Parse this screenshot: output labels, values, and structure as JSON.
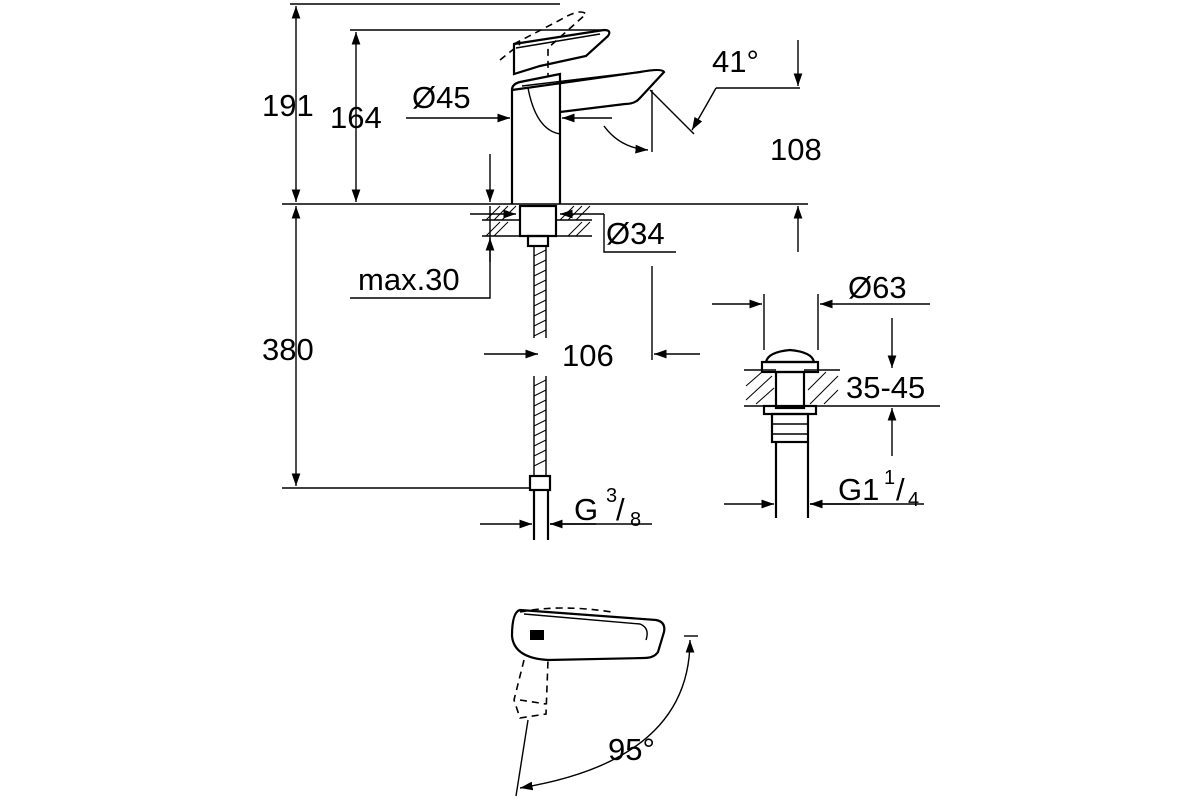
{
  "dimensions": {
    "height_total": "191",
    "height_spout": "164",
    "body_diameter": "Ø45",
    "lever_angle": "41°",
    "spout_height_right": "108",
    "shank_diameter": "Ø34",
    "max_deck_thickness": "max.30",
    "hose_length": "380",
    "spout_reach": "106",
    "hose_connection_main": "G",
    "hose_connection_num": "3",
    "hose_connection_den": "8",
    "waste_diameter": "Ø63",
    "waste_thickness": "35-45",
    "waste_thread_main": "G1",
    "waste_thread_num": "1",
    "waste_thread_den": "4",
    "rotation_angle": "95°"
  }
}
